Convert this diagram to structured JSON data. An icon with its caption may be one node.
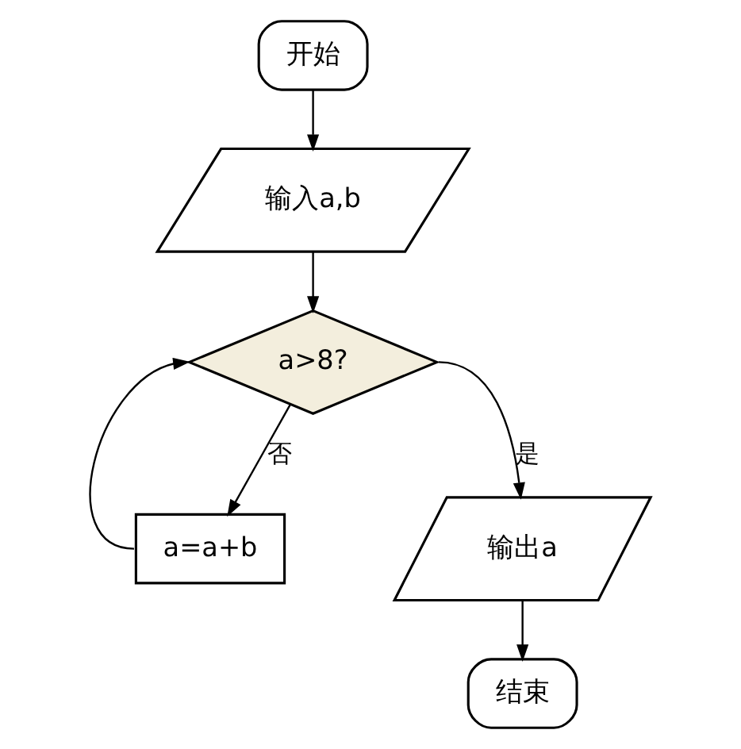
{
  "diagram": {
    "nodes": [
      {
        "text": [
          "开始"
        ]
      },
      {
        "text": [
          "输入a,b"
        ]
      },
      {
        "text": [
          "a>8?"
        ]
      },
      {
        "text": [
          "a=a+b"
        ]
      },
      {
        "text": [
          "输出a"
        ]
      },
      {
        "text": [
          "结束"
        ]
      }
    ],
    "edges": [
      {
        "from": 0,
        "to": 1,
        "arrow": "to"
      },
      {
        "from": 1,
        "to": 2,
        "arrow": "to"
      },
      {
        "from": 2,
        "to": 4,
        "arrow": "to",
        "label": "是"
      },
      {
        "from": 2,
        "to": 3,
        "arrow": "to",
        "label": "否"
      },
      {
        "from": 3,
        "to": 2,
        "arrow": "to"
      },
      {
        "from": 4,
        "to": 5,
        "arrow": "to"
      }
    ]
  }
}
